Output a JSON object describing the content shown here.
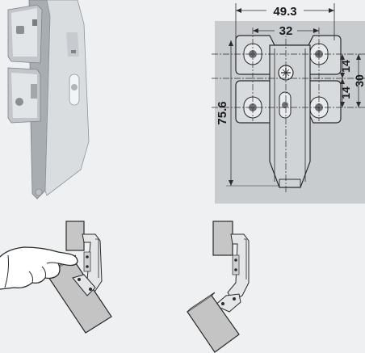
{
  "dimensions": {
    "width_outer": "49.3",
    "width_inner": "32",
    "spacing_upper": "14",
    "spacing_lower": "14",
    "height_right": "30",
    "height_left": "75.6"
  },
  "colors": {
    "background": "#eef0f1",
    "panel": "#c9cccf",
    "metal_light": "#dfe2e5",
    "metal_mid": "#b8bcc1",
    "metal_dark": "#8e9398",
    "outline": "#2b2b2b",
    "door": "#c4c4c4"
  },
  "icons": [
    "hinge-photo",
    "mounting-plate-drawing",
    "hand-icon",
    "door-open-hinge",
    "door-closed-hinge"
  ]
}
